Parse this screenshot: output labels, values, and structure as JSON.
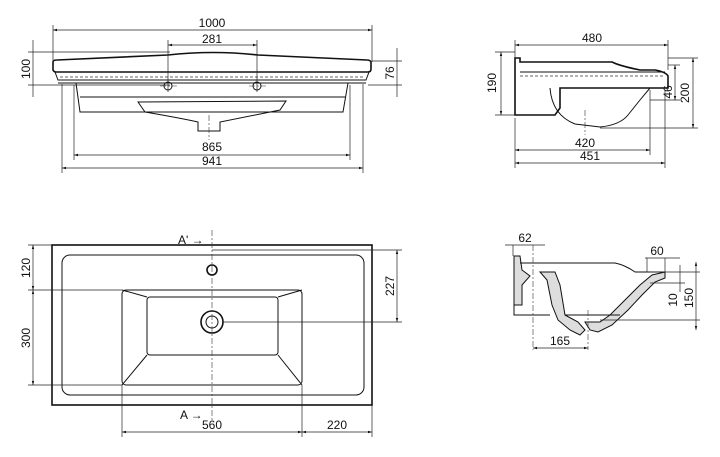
{
  "front_view": {
    "width_overall": "1000",
    "tap_spacing": "281",
    "height_left": "100",
    "height_right": "76",
    "bowl_width": "865",
    "bottom_width": "941"
  },
  "side_view": {
    "depth": "480",
    "height_left": "190",
    "rim_height": "46",
    "height_total": "200",
    "bowl_depth": "420",
    "bottom_depth": "451"
  },
  "top_view": {
    "section_mark_top": "A' →",
    "section_mark_bottom": "A →",
    "tap_offset": "120",
    "basin_depth": "300",
    "drain_offset": "227",
    "basin_width": "560",
    "side_margin": "220"
  },
  "section_view": {
    "wall_thickness": "62",
    "front_rim": "60",
    "rim_step": "10",
    "section_height": "150",
    "drain_distance": "165"
  }
}
